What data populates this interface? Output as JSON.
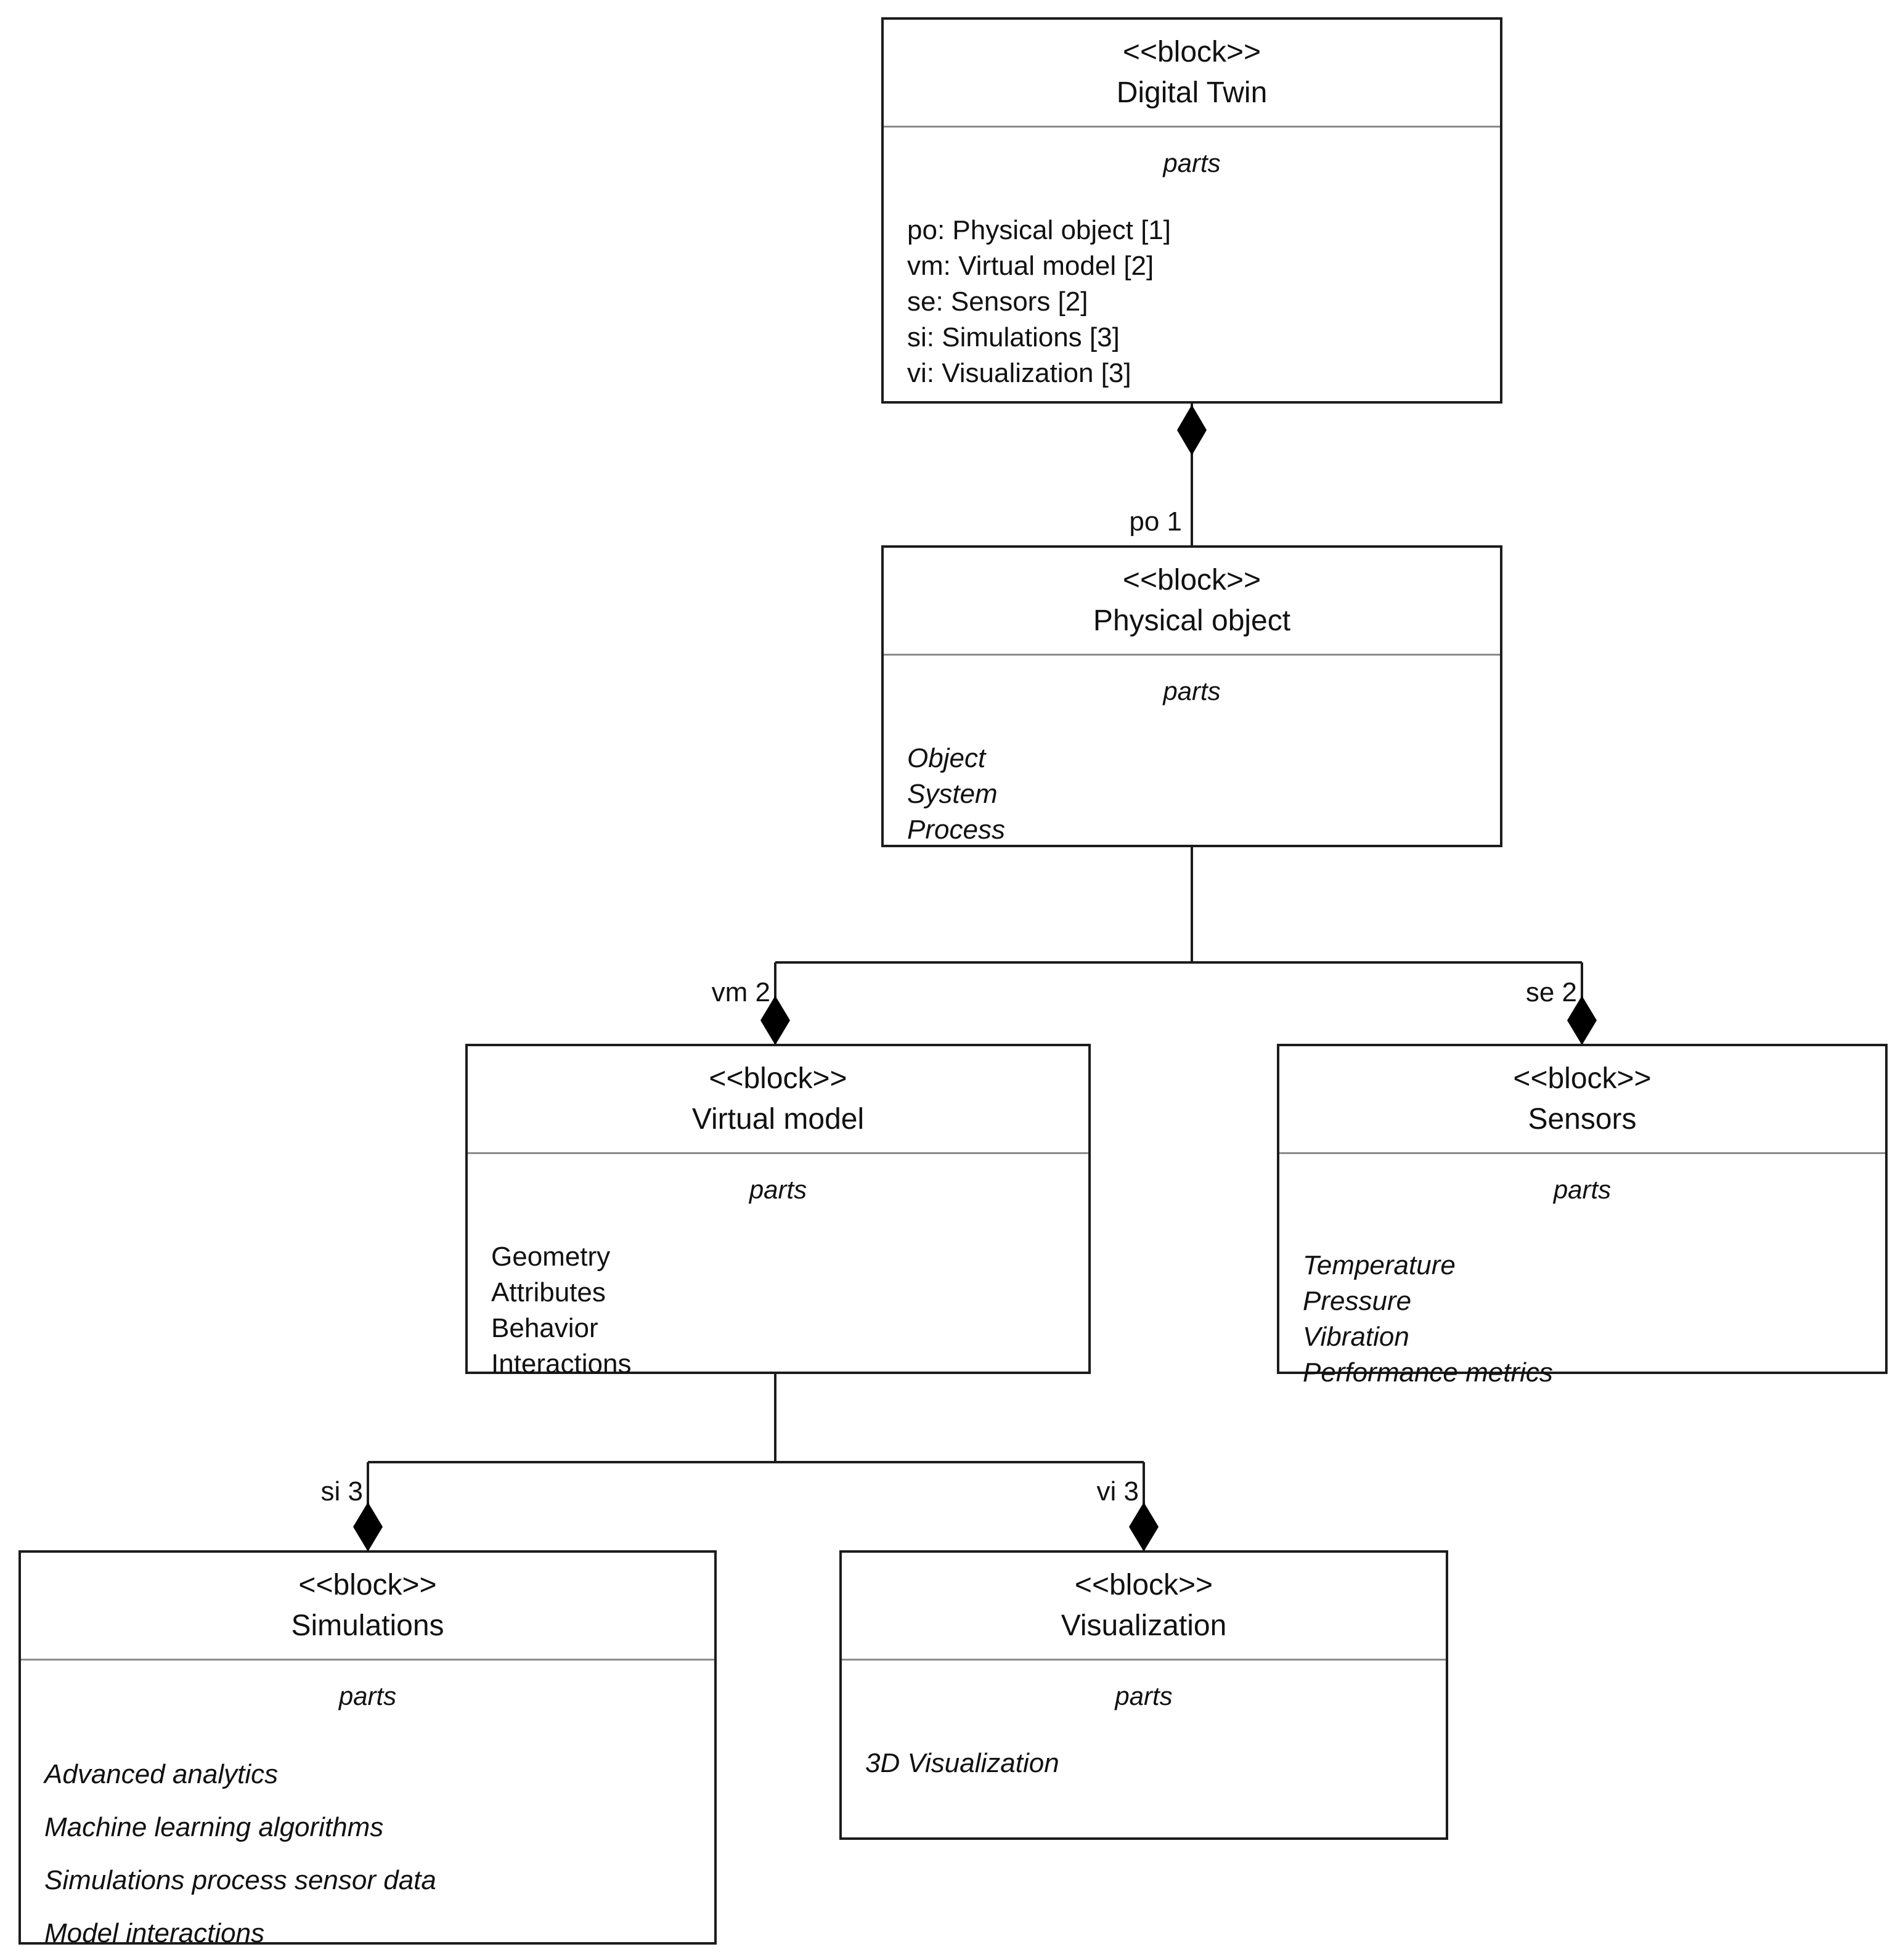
{
  "diagram": {
    "stereotype": "<<block>>",
    "parts_label": "parts",
    "colors": {
      "background": "#ffffff",
      "border": "#1c1c1c",
      "separator": "#8a8a8a",
      "text": "#111111",
      "diamond_fill": "#000000"
    },
    "blocks": {
      "digital_twin": {
        "name": "Digital Twin",
        "items": [
          "po: Physical object [1]",
          "vm: Virtual model [2]",
          "se: Sensors [2]",
          "si: Simulations [3]",
          "vi: Visualization [3]"
        ],
        "items_italic": false
      },
      "physical_object": {
        "name": "Physical object",
        "items": [
          "Object",
          "System",
          "Process"
        ],
        "items_italic": true
      },
      "virtual_model": {
        "name": "Virtual model",
        "items": [
          "Geometry",
          "Attributes",
          "Behavior",
          "Interactions"
        ],
        "items_italic": false
      },
      "sensors": {
        "name": "Sensors",
        "items": [
          "Temperature",
          "Pressure",
          "Vibration",
          "Performance metrics"
        ],
        "items_italic": true
      },
      "simulations": {
        "name": "Simulations",
        "items": [
          "Advanced analytics",
          "Machine learning algorithms",
          "Simulations process sensor data",
          "Model interactions"
        ],
        "items_italic": true
      },
      "visualization": {
        "name": "Visualization",
        "items": [
          "3D Visualization"
        ],
        "items_italic": true
      }
    },
    "connectors": {
      "po": {
        "label": "po 1"
      },
      "vm": {
        "label": "vm 2"
      },
      "se": {
        "label": "se 2"
      },
      "si": {
        "label": "si 3"
      },
      "vi": {
        "label": "vi 3"
      }
    }
  }
}
